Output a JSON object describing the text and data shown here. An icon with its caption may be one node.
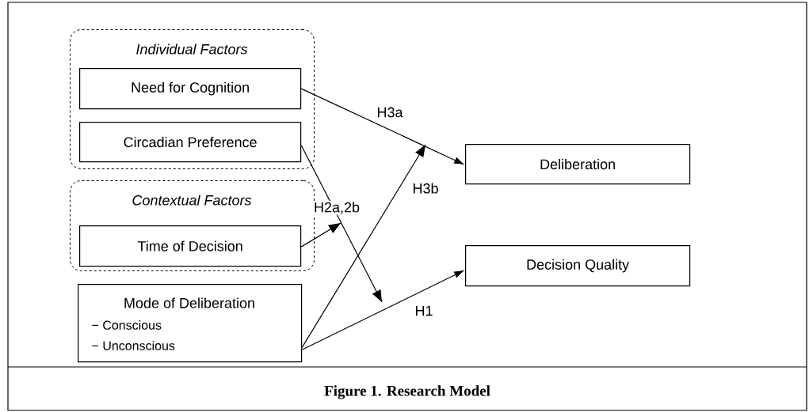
{
  "diagram": {
    "caption": "Figure 1.  Research Model",
    "nodes": [
      {
        "text": [
          "Individual Factors"
        ]
      },
      {
        "text": [
          "Need for Cognition"
        ],
        "in": 0
      },
      {
        "text": [
          "Circadian Preference"
        ],
        "in": 0
      },
      {
        "text": [
          "Contextual Factors"
        ]
      },
      {
        "text": [
          "Time of Decision"
        ],
        "in": 3
      },
      {
        "text": [
          "Mode of Deliberation",
          "− Conscious",
          "− Unconscious"
        ]
      },
      {
        "text": [
          "Deliberation"
        ]
      },
      {
        "text": [
          "Decision Quality"
        ]
      }
    ],
    "edges": [
      {
        "from": 1,
        "to": 6,
        "arrow": "to",
        "label": "H3a"
      },
      {
        "from": 2,
        "to": null,
        "arrow": "to"
      },
      {
        "from": 4,
        "to": null,
        "arrow": "to",
        "label": "H2a,2b"
      },
      {
        "from": 5,
        "to": null,
        "arrow": "to",
        "label": "H3b"
      },
      {
        "from": 5,
        "to": 7,
        "arrow": "to",
        "label": "H1"
      }
    ]
  }
}
